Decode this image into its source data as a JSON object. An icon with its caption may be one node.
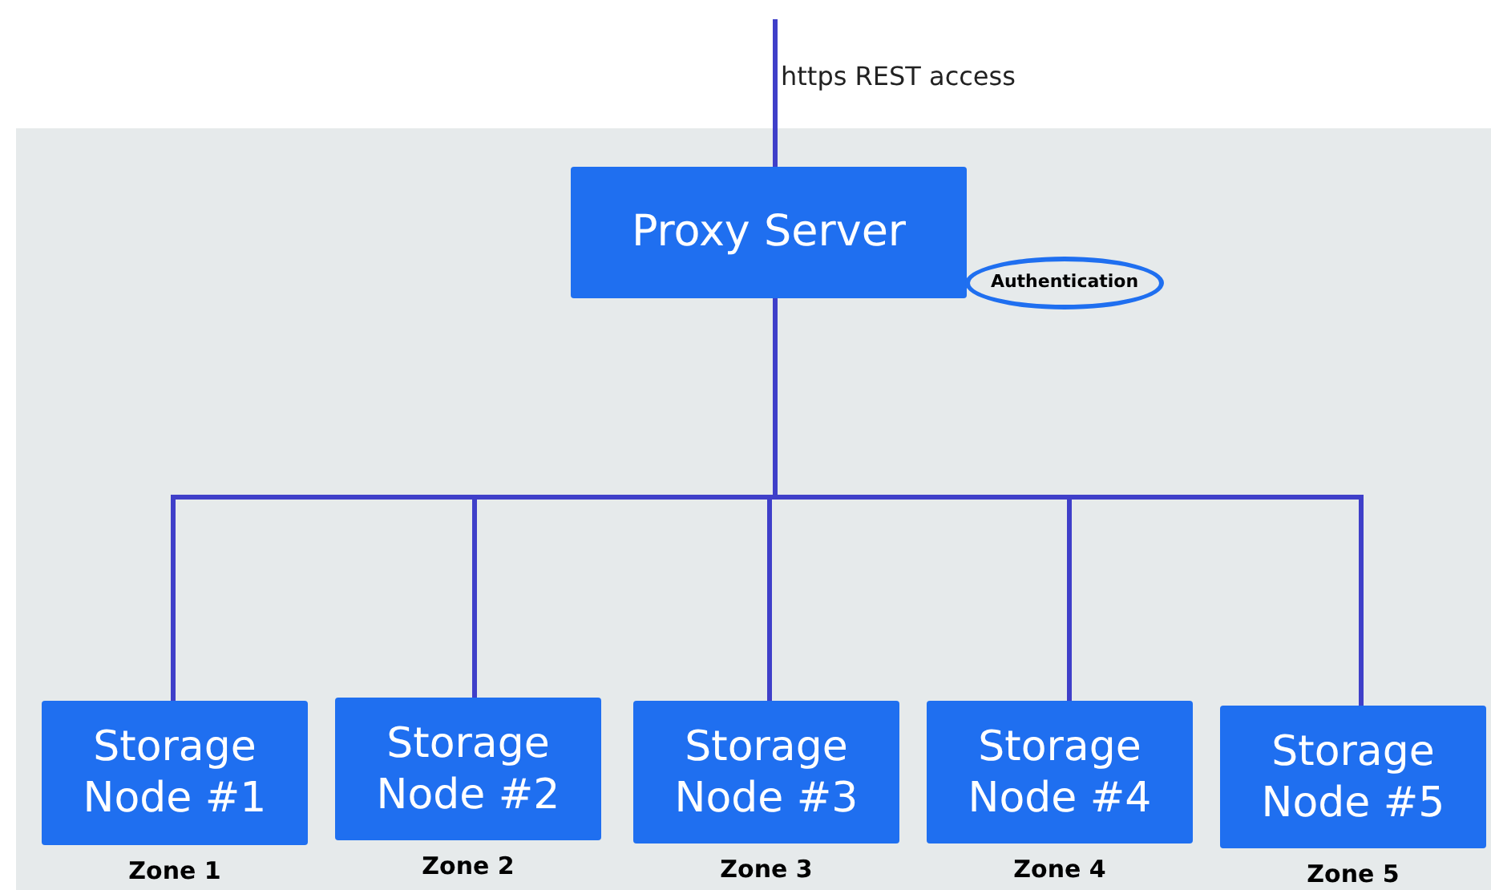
{
  "diagram": {
    "nodes": [
      {
        "text": [
          "Proxy Server"
        ]
      },
      {
        "text": [
          "Authentication"
        ]
      },
      {
        "text": [
          "Storage Node #1"
        ],
        "beside": [
          "Zone 1"
        ]
      },
      {
        "text": [
          "Storage Node #2"
        ],
        "beside": [
          "Zone 2"
        ]
      },
      {
        "text": [
          "Storage Node #3"
        ],
        "beside": [
          "Zone 3"
        ]
      },
      {
        "text": [
          "Storage Node #4"
        ],
        "beside": [
          "Zone 4"
        ]
      },
      {
        "text": [
          "Storage Node #5"
        ],
        "beside": [
          "Zone 5"
        ]
      }
    ],
    "edges": [
      {
        "from": null,
        "to": 0,
        "arrow": "none",
        "label": "https REST access"
      },
      {
        "from": 0,
        "to": 2,
        "arrow": "none"
      },
      {
        "from": 0,
        "to": 3,
        "arrow": "none"
      },
      {
        "from": 0,
        "to": 4,
        "arrow": "none"
      },
      {
        "from": 0,
        "to": 5,
        "arrow": "none"
      },
      {
        "from": 0,
        "to": 6,
        "arrow": "none"
      }
    ]
  }
}
